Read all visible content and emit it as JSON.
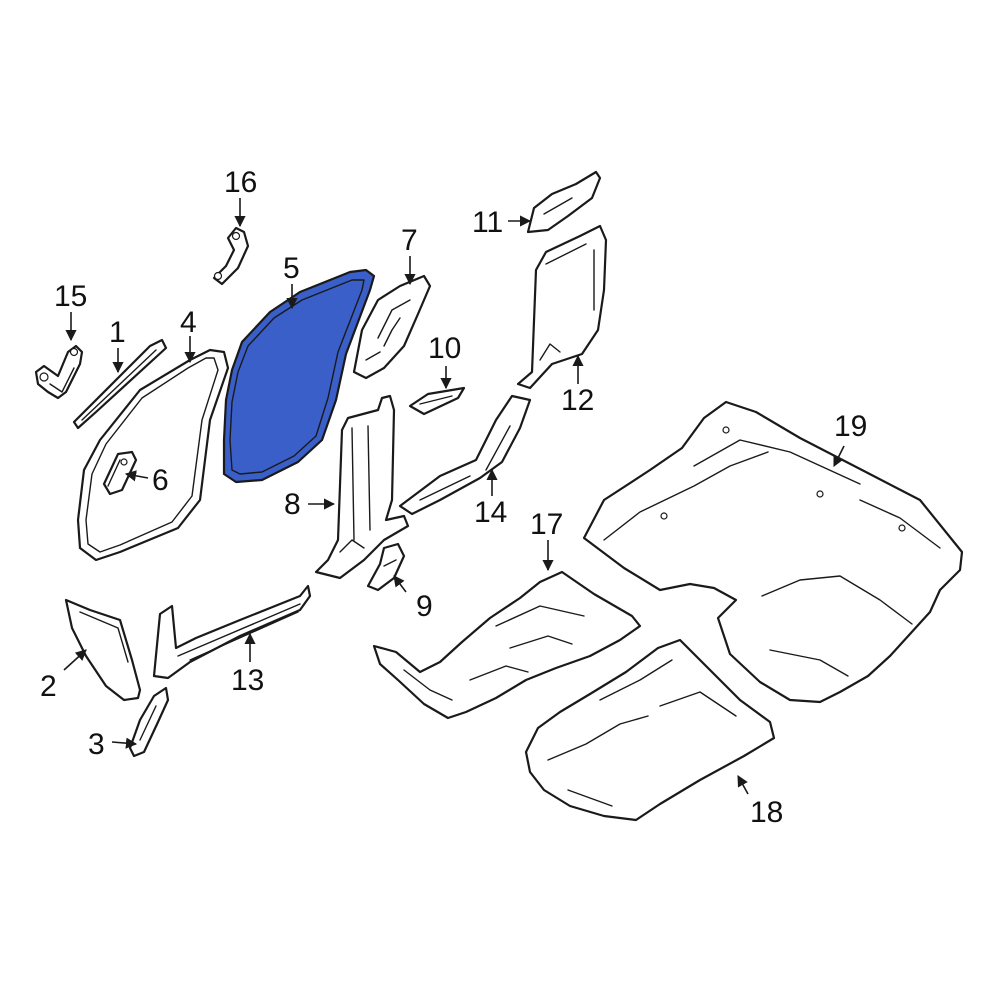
{
  "highlight_color": "#3a5fc8",
  "line_color": "#1a1a1a",
  "callouts": [
    {
      "id": "1",
      "label": "1"
    },
    {
      "id": "2",
      "label": "2"
    },
    {
      "id": "3",
      "label": "3"
    },
    {
      "id": "4",
      "label": "4"
    },
    {
      "id": "5",
      "label": "5",
      "highlighted": true
    },
    {
      "id": "6",
      "label": "6"
    },
    {
      "id": "7",
      "label": "7"
    },
    {
      "id": "8",
      "label": "8"
    },
    {
      "id": "9",
      "label": "9"
    },
    {
      "id": "10",
      "label": "10"
    },
    {
      "id": "11",
      "label": "11"
    },
    {
      "id": "12",
      "label": "12"
    },
    {
      "id": "13",
      "label": "13"
    },
    {
      "id": "14",
      "label": "14"
    },
    {
      "id": "15",
      "label": "15"
    },
    {
      "id": "16",
      "label": "16"
    },
    {
      "id": "17",
      "label": "17"
    },
    {
      "id": "18",
      "label": "18"
    },
    {
      "id": "19",
      "label": "19"
    }
  ]
}
